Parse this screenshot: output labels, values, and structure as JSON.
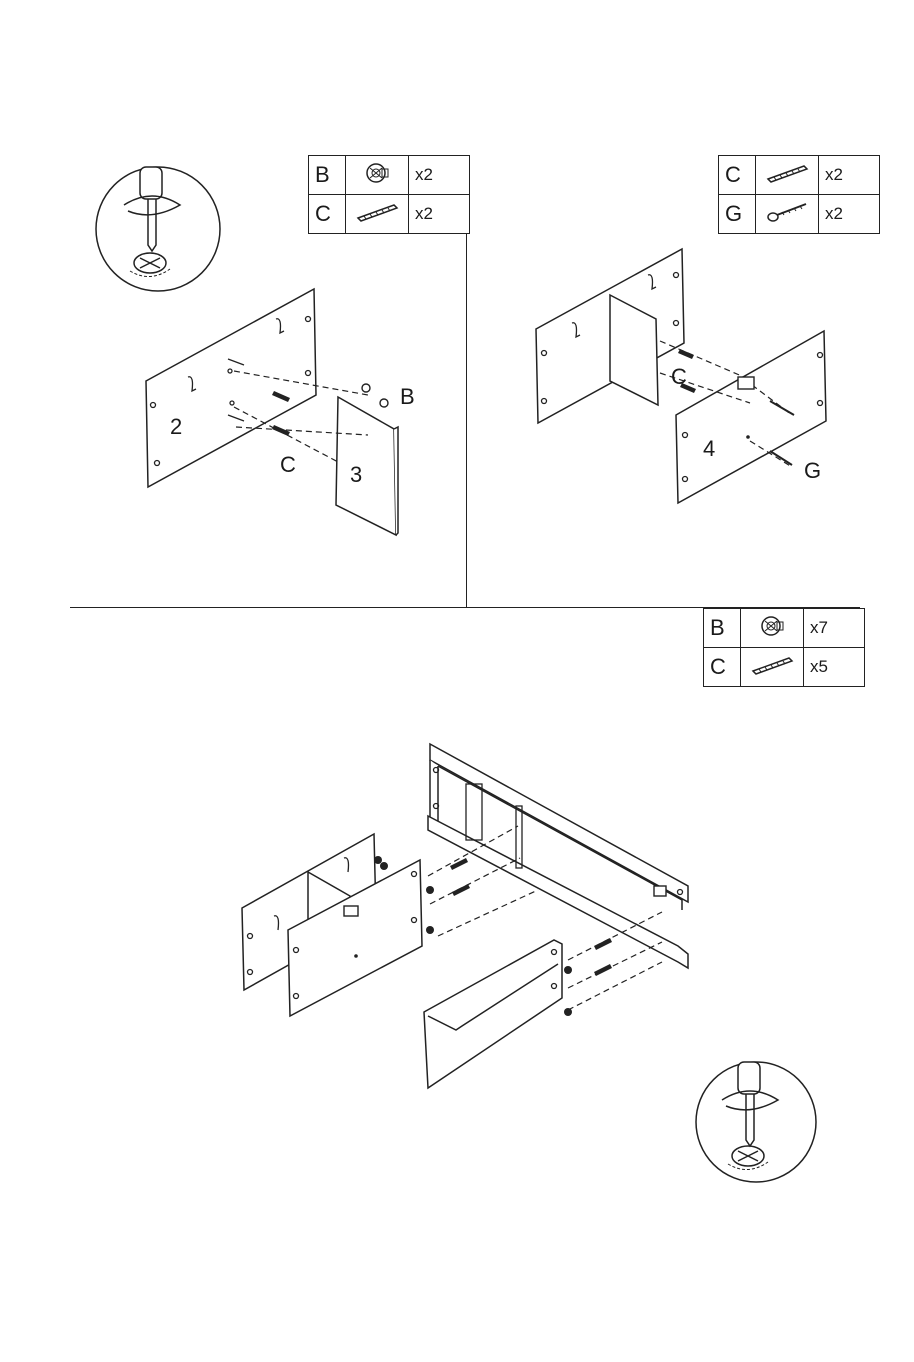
{
  "parts_tables": {
    "step_a": [
      {
        "code": "B",
        "icon": "cam-lock-icon",
        "qty": "x2"
      },
      {
        "code": "C",
        "icon": "wooden-dowel-icon",
        "qty": "x2"
      }
    ],
    "step_b": [
      {
        "code": "C",
        "icon": "wooden-dowel-icon",
        "qty": "x2"
      },
      {
        "code": "G",
        "icon": "screw-icon",
        "qty": "x2"
      }
    ],
    "step_c": [
      {
        "code": "B",
        "icon": "cam-lock-icon",
        "qty": "x7"
      },
      {
        "code": "C",
        "icon": "wooden-dowel-icon",
        "qty": "x5"
      }
    ]
  },
  "callouts": {
    "step_a": {
      "panel_left": "2",
      "panel_right": "3",
      "cam": "B",
      "dowel": "C"
    },
    "step_b": {
      "dowel": "C",
      "panel": "4",
      "screw": "G"
    }
  },
  "icons": {
    "tool_detail": "screwdriver-tighten-cam-icon"
  },
  "colors": {
    "line": "#222222",
    "background": "#ffffff"
  }
}
